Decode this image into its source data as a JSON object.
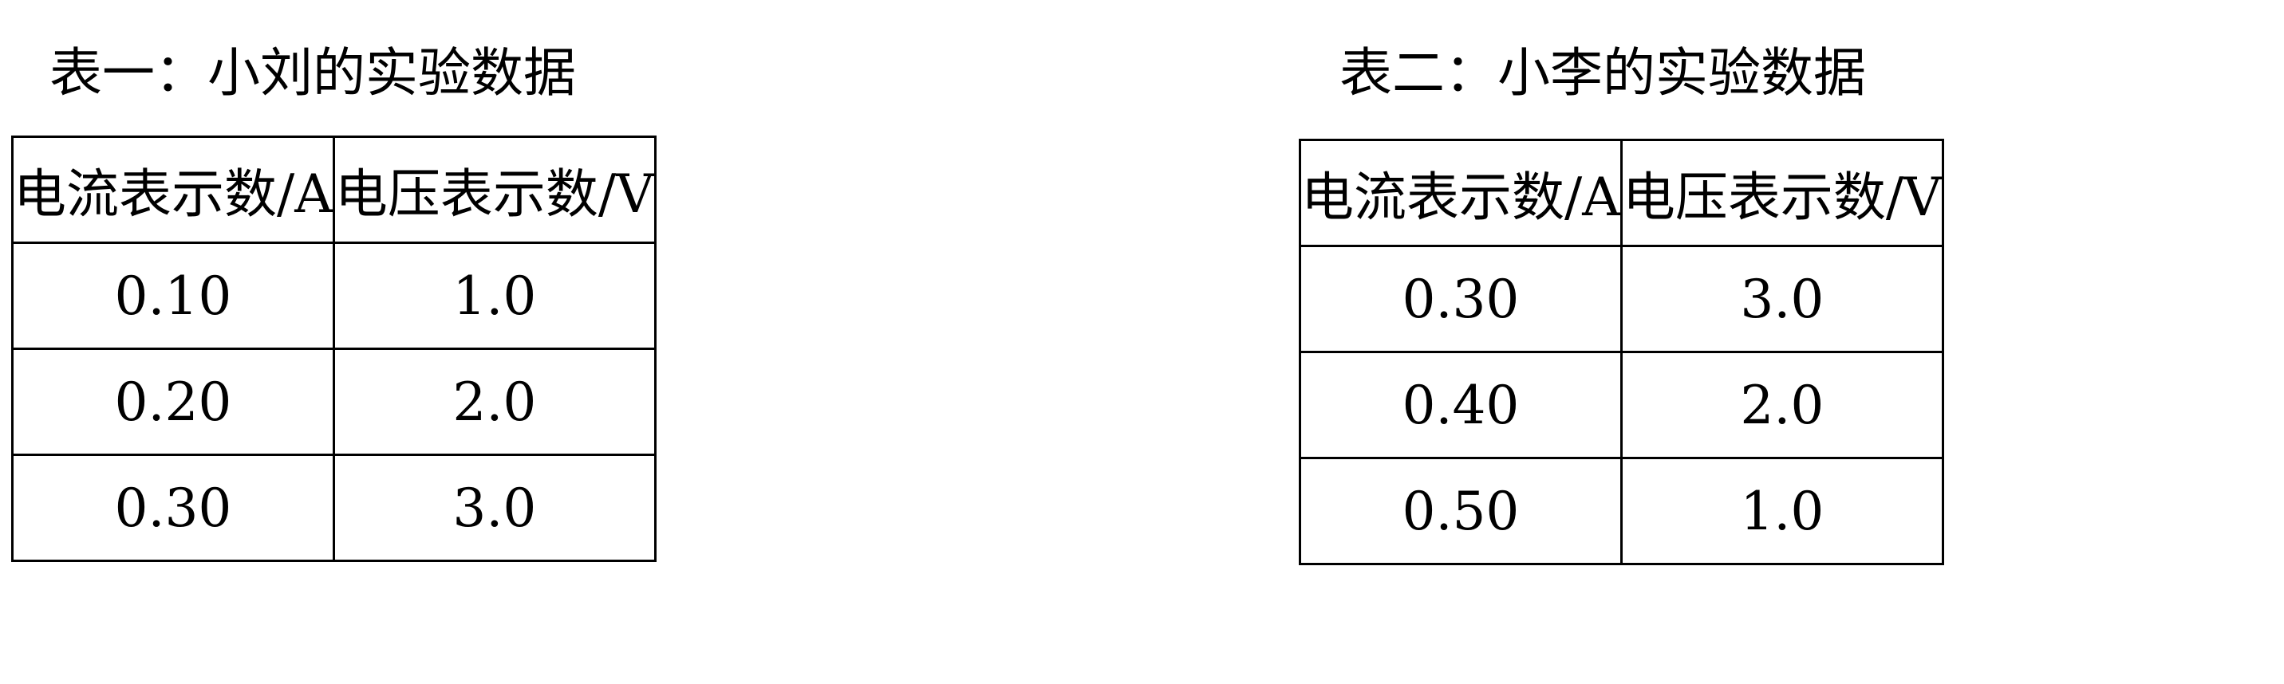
{
  "tables": [
    {
      "caption": "表一：小刘的实验数据",
      "headers": [
        "电流表示数/A",
        "电压表示数/V"
      ],
      "rows": [
        [
          "0.10",
          "1.0"
        ],
        [
          "0.20",
          "2.0"
        ],
        [
          "0.30",
          "3.0"
        ]
      ]
    },
    {
      "caption": "表二：小李的实验数据",
      "headers": [
        "电流表示数/A",
        "电压表示数/V"
      ],
      "rows": [
        [
          "0.30",
          "3.0"
        ],
        [
          "0.40",
          "2.0"
        ],
        [
          "0.50",
          "1.0"
        ]
      ]
    }
  ]
}
